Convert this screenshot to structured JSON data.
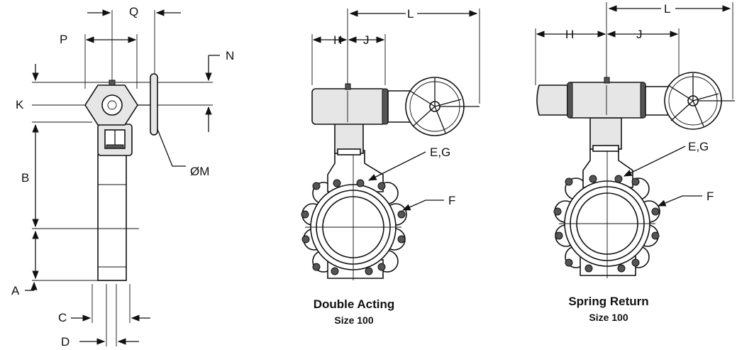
{
  "labels": {
    "P": "P",
    "Q": "Q",
    "N": "N",
    "K": "K",
    "B": "B",
    "A": "A",
    "C": "C",
    "D": "D",
    "M": "ØM",
    "H1": "H",
    "J1": "J",
    "L1": "L",
    "EG1": "E,G",
    "F1": "F",
    "H2": "H",
    "J2": "J",
    "L2": "L",
    "EG2": "E,G",
    "F2": "F"
  },
  "captions": {
    "double_title": "Double Acting",
    "double_sub": "Size 100",
    "spring_title": "Spring Return",
    "spring_sub": "Size 100"
  },
  "colors": {
    "line": "#111111",
    "shade": "#e6e6e6",
    "background": "#ffffff"
  }
}
